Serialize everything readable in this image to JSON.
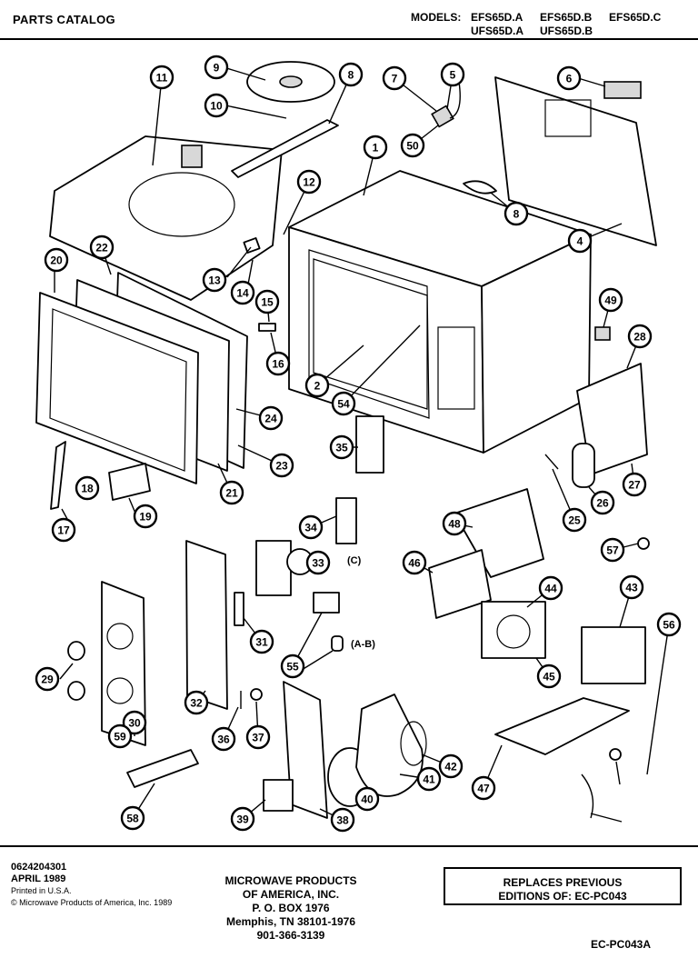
{
  "header": {
    "title": "PARTS CATALOG",
    "models_label": "MODELS:",
    "models_row1": [
      "EFS65D.A",
      "EFS65D.B",
      "EFS65D.C"
    ],
    "models_row2": [
      "UFS65D.A",
      "UFS65D.B"
    ]
  },
  "callouts": [
    "1",
    "2",
    "4",
    "5",
    "6",
    "7",
    "8",
    "8",
    "9",
    "10",
    "11",
    "12",
    "13",
    "14",
    "15",
    "16",
    "17",
    "18",
    "19",
    "20",
    "21",
    "22",
    "23",
    "24",
    "25",
    "26",
    "27",
    "28",
    "29",
    "30",
    "31",
    "32",
    "33",
    "34",
    "35",
    "36",
    "37",
    "38",
    "39",
    "40",
    "41",
    "42",
    "43",
    "44",
    "45",
    "46",
    "47",
    "48",
    "49",
    "50",
    "54",
    "55",
    "56",
    "57",
    "58",
    "59"
  ],
  "annotations": {
    "c": "(C)",
    "ab": "(A-B)"
  },
  "footer": {
    "part_no": "0624204301",
    "date": "APRIL 1989",
    "printed": "Printed in U.S.A.",
    "copyright": "© Microwave Products of America, Inc. 1989",
    "company": [
      "MICROWAVE PRODUCTS",
      "OF AMERICA, INC.",
      "P. O. BOX 1976",
      "Memphis, TN 38101-1976",
      "901-366-3139"
    ],
    "replaces": [
      "REPLACES PREVIOUS",
      "EDITIONS OF: EC-PC043"
    ],
    "code": "EC-PC043A"
  }
}
